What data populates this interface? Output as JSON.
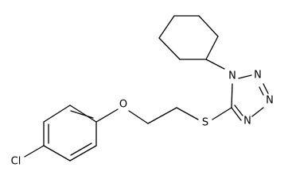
{
  "molecule": {
    "atoms": {
      "n1": "N",
      "n2": "N",
      "n3": "N",
      "n4": "N",
      "s": "S",
      "o": "O",
      "cl": "Cl"
    }
  }
}
